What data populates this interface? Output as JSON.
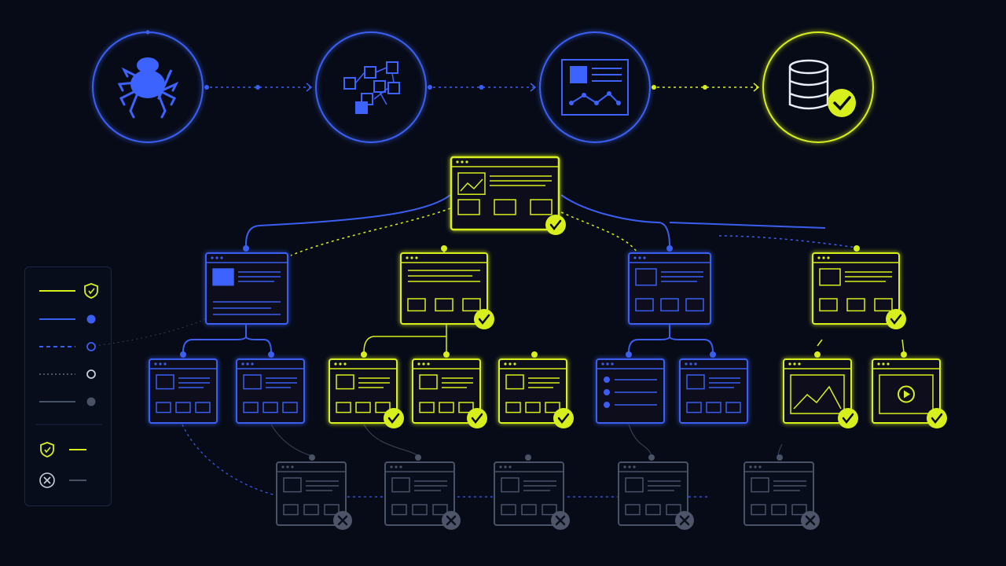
{
  "colors": {
    "background": "#070b17",
    "blue": "#3a5ff0",
    "blue_fill": "#3d63ff",
    "yellow": "#d7ef1c",
    "gray": "#4a5266",
    "panel_border": "#1d2540"
  },
  "pipeline": {
    "stages": [
      {
        "id": "crawl",
        "icon": "spider-icon",
        "color": "blue"
      },
      {
        "id": "extract",
        "icon": "network-graph-icon",
        "color": "blue"
      },
      {
        "id": "analyze",
        "icon": "dashboard-icon",
        "color": "blue"
      },
      {
        "id": "store",
        "icon": "database-check-icon",
        "color": "yellow"
      }
    ]
  },
  "tree": {
    "levels": [
      {
        "level": 0,
        "pages": [
          {
            "status": "verified"
          }
        ]
      },
      {
        "level": 1,
        "pages": [
          {
            "status": "crawled"
          },
          {
            "status": "verified"
          },
          {
            "status": "crawled"
          },
          {
            "status": "verified"
          }
        ]
      },
      {
        "level": 2,
        "pages": [
          {
            "status": "crawled"
          },
          {
            "status": "crawled"
          },
          {
            "status": "verified"
          },
          {
            "status": "verified"
          },
          {
            "status": "verified"
          },
          {
            "status": "crawled"
          },
          {
            "status": "crawled"
          },
          {
            "status": "verified",
            "content": "chart"
          },
          {
            "status": "verified",
            "content": "video"
          }
        ]
      },
      {
        "level": 3,
        "pages": [
          {
            "status": "rejected"
          },
          {
            "status": "rejected"
          },
          {
            "status": "rejected"
          },
          {
            "status": "rejected"
          },
          {
            "status": "rejected"
          }
        ]
      }
    ]
  },
  "legend": {
    "items": [
      {
        "line": "solid",
        "color": "yellow",
        "marker": "shield-check-icon"
      },
      {
        "line": "solid",
        "color": "blue",
        "marker": "filled-dot-icon"
      },
      {
        "line": "dashed",
        "color": "blue",
        "marker": "hollow-dot-icon"
      },
      {
        "line": "dotted",
        "color": "gray",
        "marker": "hollow-dot-icon"
      },
      {
        "line": "solid",
        "color": "gray",
        "marker": "filled-dot-icon"
      },
      {
        "line": "solid",
        "color": "yellow",
        "marker": "shield-check-icon"
      },
      {
        "line": "solid",
        "color": "gray",
        "marker": "x-circle-icon"
      }
    ]
  }
}
